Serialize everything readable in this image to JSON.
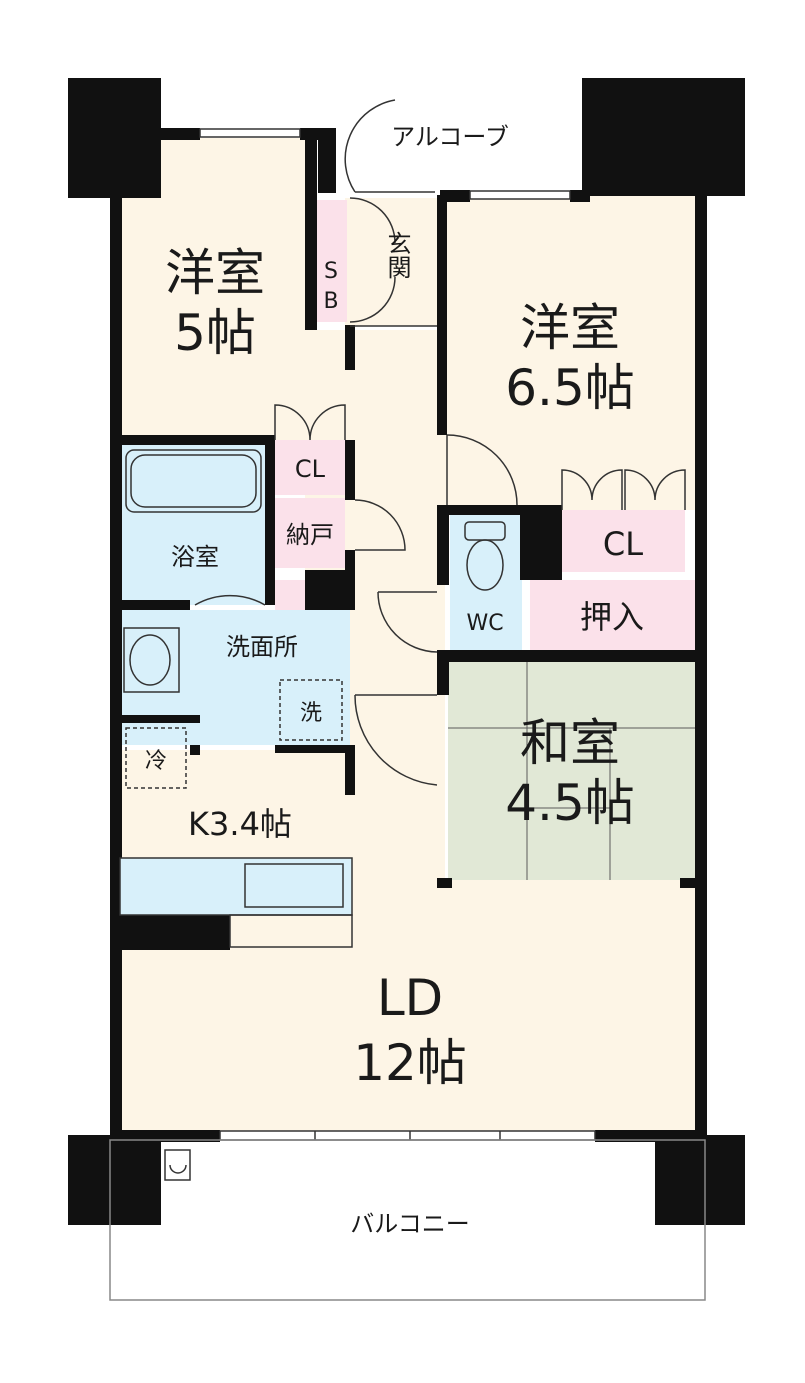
{
  "rooms": {
    "western_5": {
      "name": "洋室",
      "size": "5帖"
    },
    "western_65": {
      "name": "洋室",
      "size": "6.5帖"
    },
    "japanese_45": {
      "name": "和室",
      "size": "4.5帖"
    },
    "ld": {
      "name": "LD",
      "size": "12帖"
    },
    "kitchen": {
      "name": "K3.4帖"
    },
    "bath": {
      "name": "浴室"
    },
    "washroom": {
      "name": "洗面所"
    },
    "toilet": {
      "name": "WC"
    },
    "entrance": {
      "name": "玄関"
    },
    "storage": {
      "name": "納戸"
    },
    "closet_a": {
      "name": "CL"
    },
    "closet_b": {
      "name": "CL"
    },
    "oshiire": {
      "name": "押入"
    },
    "shoebox_1": {
      "name": "S"
    },
    "shoebox_2": {
      "name": "B"
    },
    "alcove": {
      "name": "アルコーブ"
    },
    "balcony": {
      "name": "バルコニー"
    }
  },
  "fixtures": {
    "fridge": "冷",
    "washer": "洗"
  },
  "colors": {
    "wall": "#111111",
    "floor": "#fdf5e6",
    "wet_area": "#d8f0fa",
    "closet": "#fbe1ea",
    "tatami": "#e1e8d6"
  }
}
